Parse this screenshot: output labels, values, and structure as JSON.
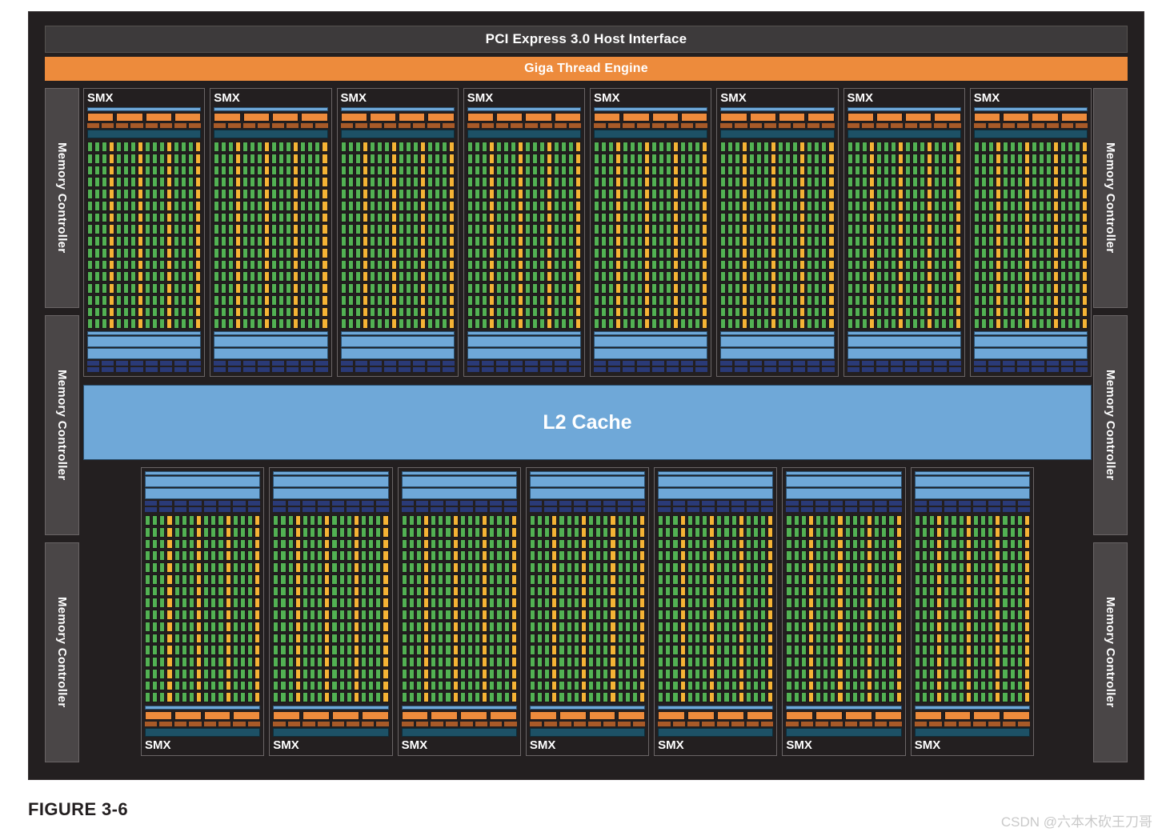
{
  "figure": {
    "caption": "FIGURE 3-6",
    "watermark": "CSDN @六本木砍王刀哥"
  },
  "chip": {
    "host_interface_label": "PCI Express 3.0 Host Interface",
    "giga_thread_label": "Giga Thread Engine",
    "l2_cache_label": "L2 Cache",
    "smx_label": "SMX",
    "memory_controller_label": "Memory Controller",
    "memory_controllers": {
      "left": [
        "Memory Controller",
        "Memory Controller",
        "Memory Controller"
      ],
      "right": [
        "Memory Controller",
        "Memory Controller",
        "Memory Controller"
      ]
    },
    "smx_top_row": [
      {
        "label": "SMX"
      },
      {
        "label": "SMX"
      },
      {
        "label": "SMX"
      },
      {
        "label": "SMX"
      },
      {
        "label": "SMX"
      },
      {
        "label": "SMX"
      },
      {
        "label": "SMX"
      },
      {
        "label": "SMX"
      }
    ],
    "smx_bottom_row": [
      {
        "label": "SMX"
      },
      {
        "label": "SMX"
      },
      {
        "label": "SMX"
      },
      {
        "label": "SMX"
      },
      {
        "label": "SMX"
      },
      {
        "label": "SMX"
      },
      {
        "label": "SMX"
      }
    ],
    "smx_internals": {
      "core_grid_columns": 16,
      "core_grid_rows": 16,
      "accent_column_interval": 4,
      "orange_scheduler_blocks": 4,
      "dispatch_unit_blocks": 8,
      "ldst_blocks": 8,
      "blue_bars": 3
    },
    "colors": {
      "background": "#231f20",
      "accent_orange": "#ed8b3c",
      "dark_orange": "#a85a28",
      "core_green": "#52b153",
      "core_amber": "#f5b335",
      "cache_blue": "#6fa8d8",
      "teal": "#1d5166",
      "navy": "#2a3a77",
      "mem_ctrl_gray": "#4a4647",
      "pcie_gray": "#3d3a3b"
    }
  }
}
